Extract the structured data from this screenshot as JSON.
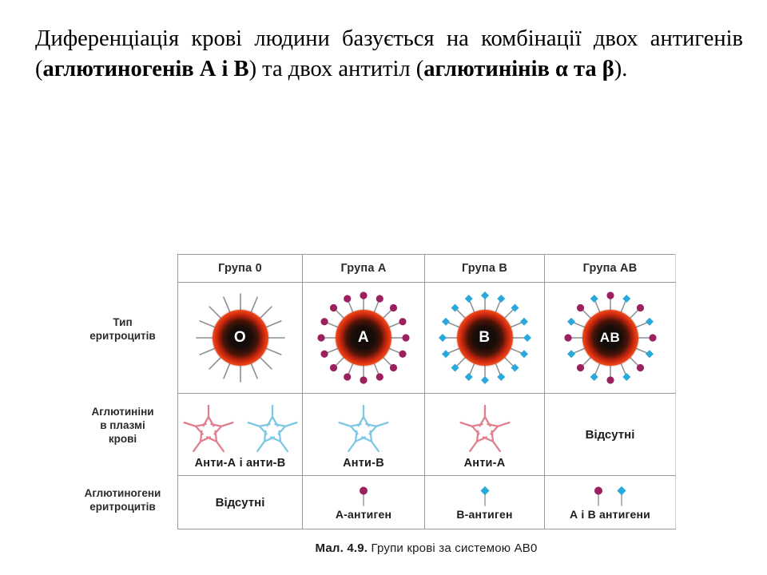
{
  "heading": {
    "line1_a": "Диференціація крові людини базується на комбінації двох антигенів (",
    "line1_b": "аглютиногенів А і В",
    "line1_c": ") та двох антитіл (",
    "line1_d": "аглютинінів α та β",
    "line1_e": ")."
  },
  "figure": {
    "caption_bold": "Мал. 4.9.",
    "caption_rest": " Групи крові за системою АВ0",
    "row_labels": [
      "Тип\nеритроцитів",
      "Аглютиніни\nв плазмі\nкрові",
      "Аглютиногени\nеритроцитів"
    ],
    "columns": [
      {
        "header": "Група 0",
        "rbc_letter": "O",
        "antigen_tips": [],
        "agglutinins_label": "Анти-А і анти-В",
        "agglutinins_colors": [
          "red",
          "blue"
        ],
        "antigens_label": "Відсутні",
        "antigens_pins": []
      },
      {
        "header": "Група А",
        "rbc_letter": "A",
        "antigen_tips": [
          "circle"
        ],
        "agglutinins_label": "Анти-В",
        "agglutinins_colors": [
          "blue"
        ],
        "antigens_label": "А-антиген",
        "antigens_pins": [
          "circle"
        ]
      },
      {
        "header": "Група В",
        "rbc_letter": "B",
        "antigen_tips": [
          "diamond"
        ],
        "agglutinins_label": "Анти-А",
        "agglutinins_colors": [
          "red"
        ],
        "antigens_label": "В-антиген",
        "antigens_pins": [
          "diamond"
        ]
      },
      {
        "header": "Група АВ",
        "rbc_letter": "AB",
        "antigen_tips": [
          "circle",
          "diamond"
        ],
        "agglutinins_label": "Відсутні",
        "agglutinins_colors": [],
        "antigens_label": "А і В антигени",
        "antigens_pins": [
          "circle",
          "diamond"
        ]
      }
    ]
  },
  "colors": {
    "antigen_a": "#9c1f5e",
    "antigen_b": "#29a8dc",
    "antibody_a": "#e0808e",
    "antibody_b": "#7ec8e6",
    "spike_plain": "#8c8f93",
    "cell_red": "#f04718",
    "cell_core": "#140c09",
    "grid": "#9b9b9b",
    "text": "#2b2b2b"
  }
}
